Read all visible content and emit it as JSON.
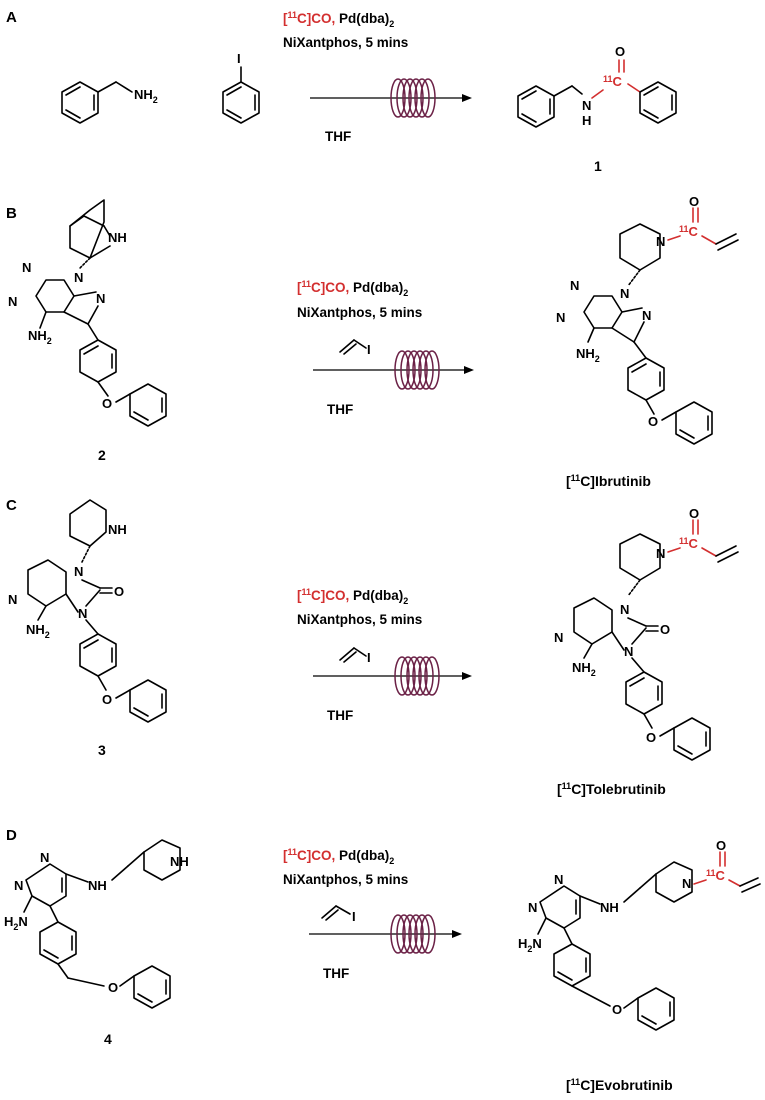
{
  "panels": [
    {
      "letter": "A",
      "reagent_red": "[11C]CO,",
      "reagent_black": " Pd(dba)2",
      "ligand": "NiXantphos, 5 mins",
      "solvent": "THF",
      "compound": "1"
    },
    {
      "letter": "B",
      "reagent_red": "[11C]CO,",
      "reagent_black": " Pd(dba)2",
      "ligand": "NiXantphos, 5 mins",
      "solvent": "THF",
      "starting": "2",
      "product": "[11C]Ibrutinib"
    },
    {
      "letter": "C",
      "reagent_red": "[11C]CO,",
      "reagent_black": " Pd(dba)2",
      "ligand": "NiXantphos, 5 mins",
      "solvent": "THF",
      "starting": "3",
      "product": "[11C]Tolebrutinib"
    },
    {
      "letter": "D",
      "reagent_red": "[11C]CO,",
      "reagent_black": " Pd(dba)2",
      "ligand": "NiXantphos, 5 mins",
      "solvent": "THF",
      "starting": "4",
      "product": "[11C]Evobrutinib"
    }
  ],
  "atoms": {
    "nh2": "NH2",
    "nh": "NH",
    "n": "N",
    "o": "O",
    "i": "I",
    "h": "H",
    "c11": "11C"
  },
  "colors": {
    "accent_red": "#d32f2f",
    "coil": "#6b2146"
  }
}
